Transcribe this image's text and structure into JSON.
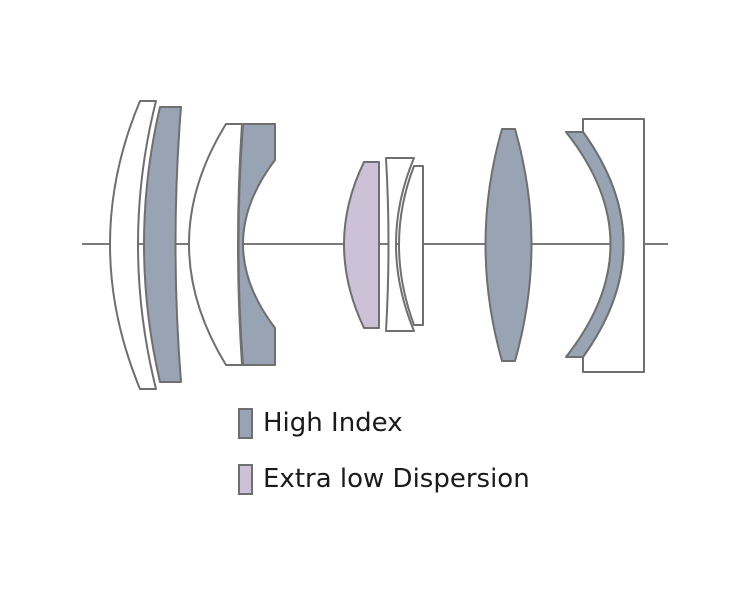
{
  "colors": {
    "high_index": "#98a4b4",
    "extra_low_dispersion": "#ccc1d6",
    "plain_glass": "#ffffff",
    "outline": "#6f6f6f",
    "axis": "#7a7a7a"
  },
  "legend": [
    {
      "label": "High Index",
      "color_key": "high_index"
    },
    {
      "label": "Extra low Dispersion",
      "color_key": "extra_low_dispersion"
    }
  ]
}
